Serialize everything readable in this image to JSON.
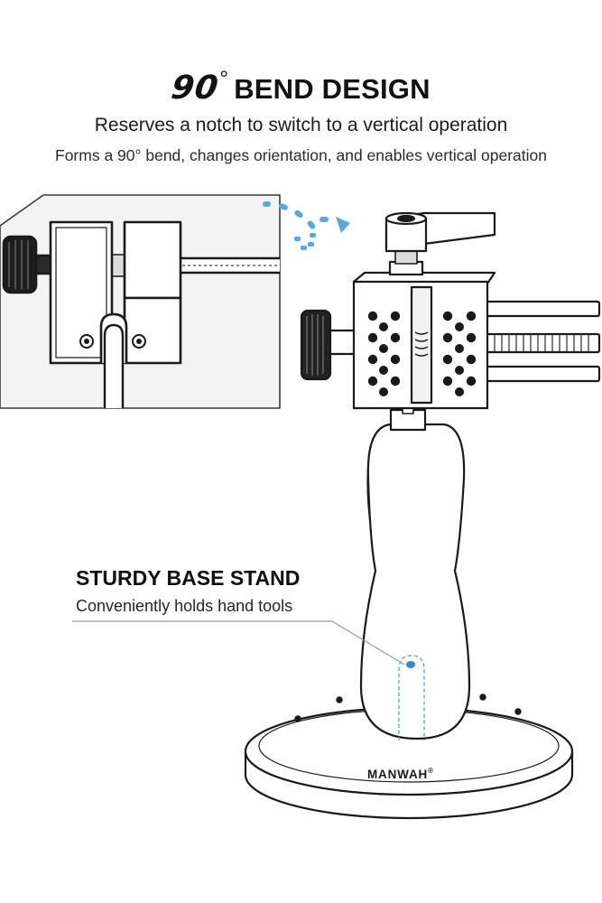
{
  "header": {
    "title_number": "90",
    "title_degree": "°",
    "title_text": "BEND DESIGN",
    "subtitle": "Reserves a notch to switch to a vertical operation",
    "description": "Forms a 90° bend, changes orientation, and enables vertical operation"
  },
  "callout": {
    "title": "STURDY BASE STAND",
    "description": "Conveniently holds hand tools"
  },
  "brand": {
    "name": "MANWAH",
    "mark": "®"
  },
  "colors": {
    "accent": "#5aa7e0",
    "ink": "#1a1a1a",
    "inset_bg": "#f4f4f4"
  }
}
